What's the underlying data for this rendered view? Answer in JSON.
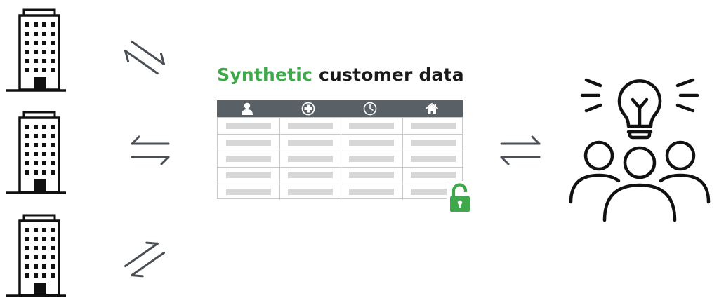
{
  "title": {
    "accent": "Synthetic",
    "rest": " customer data"
  },
  "table": {
    "header_icons": [
      "person-icon",
      "medical-cross-icon",
      "clock-icon",
      "home-icon"
    ],
    "row_count": 5,
    "cell_content": "redacted-placeholder"
  },
  "icons": {
    "buildings": [
      "building-icon",
      "building-icon",
      "building-icon"
    ],
    "arrows": [
      "exchange-arrows-icon",
      "exchange-arrows-icon",
      "exchange-arrows-icon",
      "exchange-arrows-icon"
    ],
    "lock": "unlocked-padlock-icon",
    "insight": "lightbulb-people-icon"
  },
  "colors": {
    "accent_green": "#3fa84a",
    "header_bg": "#596066",
    "placeholder_gray": "#d7d7d7",
    "line_dark": "#1a1a1a",
    "arrow_gray": "#4a4f55"
  }
}
